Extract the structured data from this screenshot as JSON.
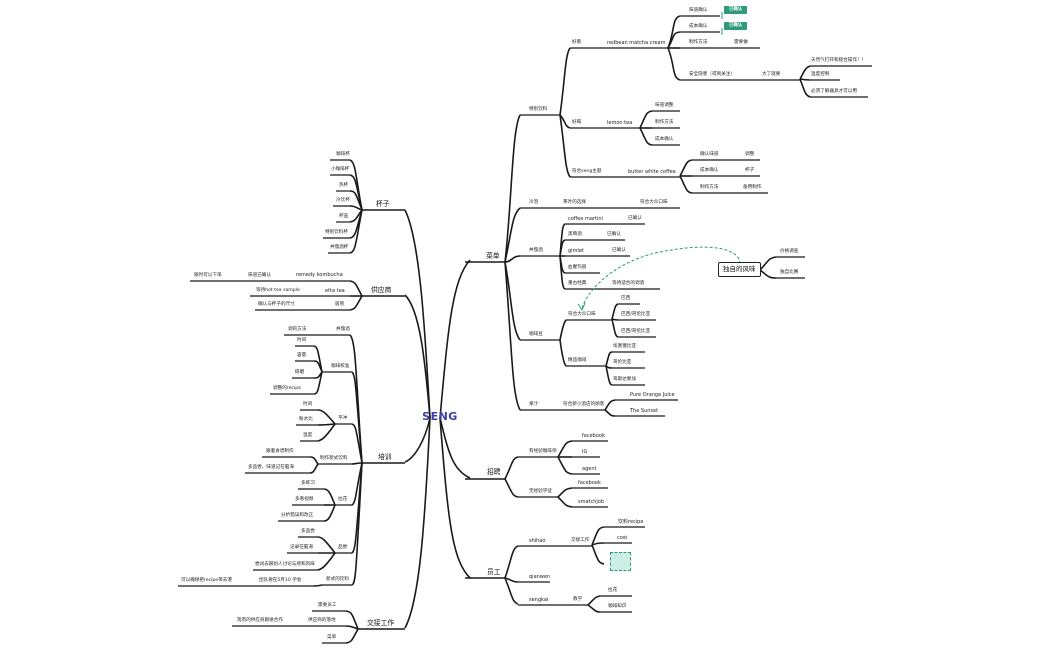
{
  "root": "SENG",
  "branches": {
    "cups": {
      "label": "杯子",
      "items": [
        "咖啡杯",
        "小咖啡杯",
        "热杯",
        "冷饮杯",
        "杯盖",
        "特别饮料杯",
        "丼蔻酒杯"
      ]
    },
    "supplier": {
      "label": "供应商",
      "kombucha": {
        "label": "remedy kombucha",
        "sub": "味道已确认",
        "leaf": "随时可以下单"
      },
      "etta": {
        "label": "etta tea",
        "sub": "等待hot tea sample"
      },
      "straw": {
        "label": "吸管",
        "sub": "确认与杯子的尺寸"
      }
    },
    "training": {
      "label": "培训",
      "roast": {
        "label": "丼蔻酒",
        "sub": "调的方法"
      },
      "calib": {
        "label": "咖啡校准",
        "items": [
          "时间",
          "容量",
          "研磨",
          "调整的recipe"
        ]
      },
      "flat": {
        "label": "平冲",
        "items": [
          "时间",
          "粉水比",
          "温度"
        ]
      },
      "make": {
        "label": "制作新式饮料",
        "items": [
          "跟着食谱制作",
          "多品尝，味道记在脑海"
        ]
      },
      "latte": {
        "label": "拉花",
        "items": [
          "多练习",
          "多看视频",
          "分析错误和改正"
        ]
      },
      "taste": {
        "label": "品尝",
        "items": [
          "多品尝",
          "记录在脑海",
          "尝试去跟别人讨论与感和风味"
        ]
      },
      "newdrink": {
        "label": "新式的饮料",
        "sub": "团队要在5月10 学会",
        "leaf": "可以确保把recipe带去港"
      }
    },
    "handover": {
      "label": "交接工作",
      "items": [
        "需要员工",
        "现有的供应商跟进合作",
        "菜单"
      ],
      "supplier_label": "供应商的落地"
    },
    "menu": {
      "label": "菜单",
      "special": {
        "label": "特别饮料",
        "good": {
          "label": "好看",
          "drink": "redbean matcha cream",
          "taste": "味道确认",
          "taste_tag": "已确认",
          "cost": "成本确认",
          "cost_tag": "已确认",
          "method": "制作方法",
          "method_val": "需要做",
          "safety": "安全隐患（得到关注）",
          "safety_val": "大了就要",
          "risks": [
            "天然气打开和接合操作！！",
            "温度控制",
            "必须了解器具才可以用"
          ]
        },
        "tasty": {
          "label": "好喝",
          "drink": "lemon tea",
          "items": [
            "味道调整",
            "制作方法",
            "成本确认"
          ]
        },
        "fit": {
          "label": "符合seng主题",
          "drink": "butter white coffee",
          "rows": [
            [
              "确认味道",
              "调整"
            ],
            [
              "成本确认",
              "杯子"
            ],
            [
              "制作方法",
              "备用制作"
            ]
          ]
        }
      },
      "cold": {
        "label": "冷泡",
        "sub": "茶叶的选择",
        "leaf": "符合大众口味"
      },
      "wine": {
        "label": "丼蔻酒",
        "items": [
          {
            "name": "coffee martini",
            "status": "已确认"
          },
          {
            "name": "黑莓酒",
            "status": "已确认"
          },
          {
            "name": "gimlet",
            "status": "已确认"
          },
          {
            "name": "血腥玛丽",
            "status": ""
          },
          {
            "name": "重古经典",
            "status": "等待适合的调酒"
          }
        ]
      },
      "coffee": {
        "label": "咖啡豆",
        "mass": {
          "label": "符合大众口味",
          "items": [
            "巴西",
            "巴西/哥伦比亚",
            "巴西/哥伦比亚"
          ]
        },
        "premium": {
          "label": "精品咖啡",
          "items": [
            "埃塞俄比亚",
            "哥伦比亚",
            "哥斯达黎加"
          ]
        }
      },
      "juice": {
        "label": "果汁",
        "sub": "符合新小酒店的顾客",
        "items": [
          "Pure Orange Juice",
          "The Sunset"
        ]
      },
      "callout": {
        "title": "独自的风味",
        "items": [
          "价格调查",
          "独自比赛"
        ]
      }
    },
    "hiring": {
      "label": "招聘",
      "ph": {
        "label": "有经验咖啡师",
        "items": [
          "facebook",
          "IG",
          "agent"
        ]
      },
      "student": {
        "label": "无经验学徒",
        "items": [
          "facebook",
          "smatchjob"
        ]
      }
    },
    "staff": {
      "label": "员工",
      "a": {
        "name": "shihao",
        "task": "交接工作",
        "items": [
          "饮料recipe",
          "cost",
          ""
        ]
      },
      "b": {
        "name": "qianwen"
      },
      "c": {
        "name": "sengkai",
        "task": "教学",
        "items": [
          "拉花",
          "咖啡知识"
        ]
      }
    }
  }
}
